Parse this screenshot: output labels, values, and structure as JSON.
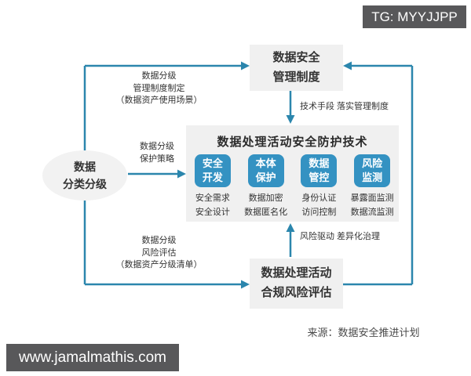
{
  "watermarks": {
    "top_right": "TG: MYYJJPP",
    "bottom_left": "www.jamalmathis.com"
  },
  "diagram": {
    "ellipse": {
      "line1": "数据",
      "line2": "分类分级"
    },
    "top_box": {
      "line1": "数据安全",
      "line2": "管理制度"
    },
    "bottom_box": {
      "line1": "数据处理活动",
      "line2": "合规风险评估"
    },
    "middle_box": {
      "title": "数据处理活动安全防护技术",
      "columns": [
        {
          "box_line1": "安全",
          "box_line2": "开发",
          "sub1": "安全需求",
          "sub2": "安全设计"
        },
        {
          "box_line1": "本体",
          "box_line2": "保护",
          "sub1": "数据加密",
          "sub2": "数据匿名化"
        },
        {
          "box_line1": "数据",
          "box_line2": "管控",
          "sub1": "身份认证",
          "sub2": "访问控制"
        },
        {
          "box_line1": "风险",
          "box_line2": "监测",
          "sub1": "暴露面监测",
          "sub2": "数据流监测"
        }
      ]
    },
    "edge_labels": {
      "top_left": {
        "line1": "数据分级",
        "line2": "管理制度制定",
        "line3": "（数据资产使用场景）"
      },
      "middle_left": {
        "line1": "数据分级",
        "line2": "保护策略"
      },
      "bottom_left": {
        "line1": "数据分级",
        "line2": "风险评估",
        "line3": "（数据资产分级清单）"
      },
      "top_to_middle": "技术手段 落实管理制度",
      "bottom_to_middle": "风险驱动 差异化治理"
    },
    "source": "来源：数据安全推进计划"
  },
  "colors": {
    "line": "#2b86ad",
    "node_blue": "#3492c2",
    "node_gray": "#f0f0f0",
    "badge_bg": "#58585a",
    "text_dark": "#333333"
  }
}
